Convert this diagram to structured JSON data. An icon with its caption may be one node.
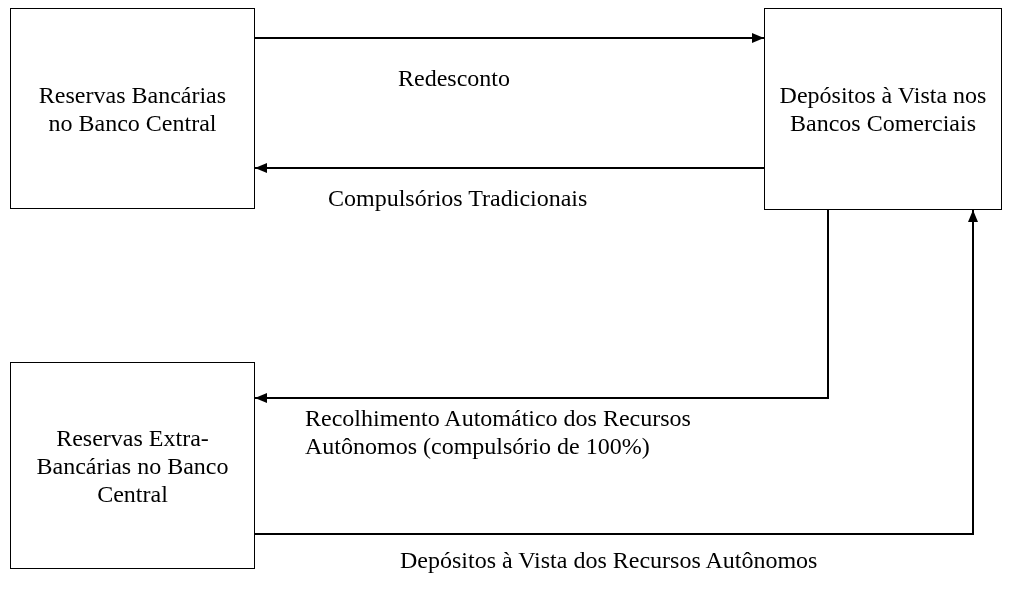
{
  "diagram": {
    "nodes": [
      {
        "text": [
          "Reservas Bancárias no Banco Central"
        ]
      },
      {
        "text": [
          "Depósitos à Vista nos Bancos Comerciais"
        ]
      },
      {
        "text": [
          "Reservas Extra-Bancárias no Banco Central"
        ]
      }
    ],
    "edges": [
      {
        "from": 0,
        "to": 1,
        "arrow": "to",
        "label": "Redesconto"
      },
      {
        "from": 1,
        "to": 0,
        "arrow": "to",
        "label": "Compulsórios Tradicionais"
      },
      {
        "from": 1,
        "to": 2,
        "arrow": "to",
        "label": "Recolhimento Automático dos Recursos Autônomos (compulsório de 100%)"
      },
      {
        "from": 2,
        "to": 1,
        "arrow": "to",
        "label": "Depósitos à Vista dos Recursos Autônomos"
      }
    ]
  }
}
